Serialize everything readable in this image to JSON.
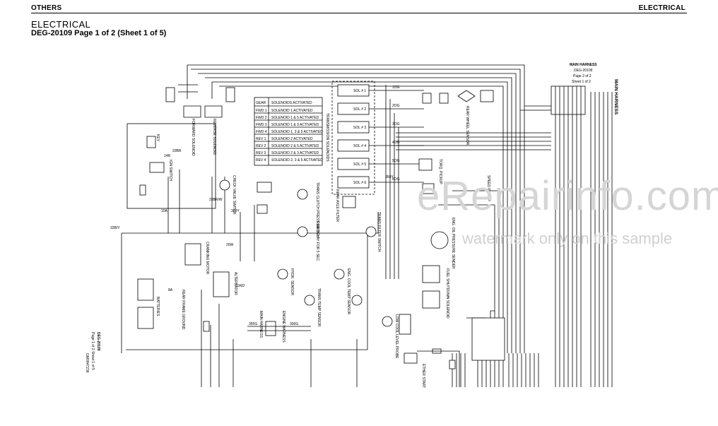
{
  "header": {
    "left": "OTHERS",
    "right": "ELECTRICAL"
  },
  "title": "ELECTRICAL",
  "subtitle": "DEG-20109 Page 1 of 2 (Sheet 1 of 5)",
  "watermark": {
    "main": "eRepairinfo.com",
    "sub": "watermark only on this sample"
  },
  "harness_ref": {
    "line1": "MAIN HARNESS",
    "line2": "DEG-20109",
    "line3": "Page 2 of 2",
    "line4": "Sheet 1 of 2"
  },
  "main_harness_label": "MAIN HARNESS",
  "solenoid_table": {
    "headers": [
      "GEAR",
      "SOLENOIDS ACTIVATED"
    ],
    "rows": [
      [
        "FWD 1",
        "SOLENOID 1 ACTIVATED"
      ],
      [
        "FWD 2",
        "SOLENOID 1 & 5 ACTIVATED"
      ],
      [
        "FWD 3",
        "SOLENOID 1 & 3 ACTIVATED"
      ],
      [
        "FWD 4",
        "SOLENOID 1, 3 & 5 ACTIVATED"
      ],
      [
        "REV 1",
        "SOLENOID 2 ACTIVATED"
      ],
      [
        "REV 2",
        "SOLENOID 2 & 5 ACTIVATED"
      ],
      [
        "REV 3",
        "SOLENOID 2 & 3 ACTIVATED"
      ],
      [
        "REV 4",
        "SOLENOID 2, 3 & 5 ACTIVATED"
      ]
    ],
    "side_title": "TRANSMISSION SOLENOIDS"
  },
  "solenoids": [
    "SOL # 1",
    "SOL # 2",
    "SOL # 3",
    "SOL # 4",
    "SOL # 5",
    "SOL # 6"
  ],
  "components": {
    "fwd_solenoid": "FORWARD SOLENOID",
    "rev_solenoid": "REVERSE SOLENOID",
    "ign_switch": "IGN SWITCH",
    "key": "KEY",
    "check_valve": "CHECK VALVE SWITCH",
    "trans_clutch": "TRANS CLUTCH PRESS SWITCH",
    "high_temp": "HIGH TEMP. SWITCH",
    "time_delay": "TIME DELAY FOR 5 SEC.",
    "rear_axle": "REAR AXLE FILTER",
    "trans_filter": "TRANS FILTER SWITCH",
    "cranking_motor": "CRANKING MOTOR",
    "alternator": "ALTERNATOR",
    "batteries": "BATTERIES",
    "rear_frame_ground": "REAR FRAME GROUND",
    "engine_harness": "ENGINE HARNESS",
    "main_harness": "MAIN HARNESS",
    "low_coolant": "LOW COOL LEVEL PROBE",
    "eng_cool_temp": "ENG. COOL TEMP SENSOR",
    "trans_temp": "TRANS TEMP SENSOR",
    "hydr_sensor": "HYDR. SENSOR",
    "ether_start": "ETHER START",
    "fuel_shutdown": "FUEL SHUTDOWN SOLENOID",
    "speed_sensor": "SPEED PICKUP",
    "torque_pickup": "TORQ. PICKUP",
    "eng_oil_sender": "ENG. OIL PRESSURE SENDER",
    "rear_wheel_sensor": "REAR WHEEL SENSOR"
  },
  "wires": {
    "w1": "20BR",
    "w2": "23BR/W",
    "w3": "320Y",
    "w4": "32B/Y",
    "w5": "14R",
    "w6": "1OG",
    "w7": "2OG",
    "w8": "3OG",
    "w9": "4OG",
    "w10": "5OG",
    "w11": "6OG",
    "w12": "GND",
    "w13": "8A",
    "w14": "10A",
    "w15": "20W",
    "w16": "355G",
    "w17": "300G",
    "w18": "350Y"
  },
  "rotated_note": {
    "line1": "DEG-20109",
    "line2": "Page 1 of 2   Sheet 1 of 5",
    "line3": "GM0847236"
  }
}
